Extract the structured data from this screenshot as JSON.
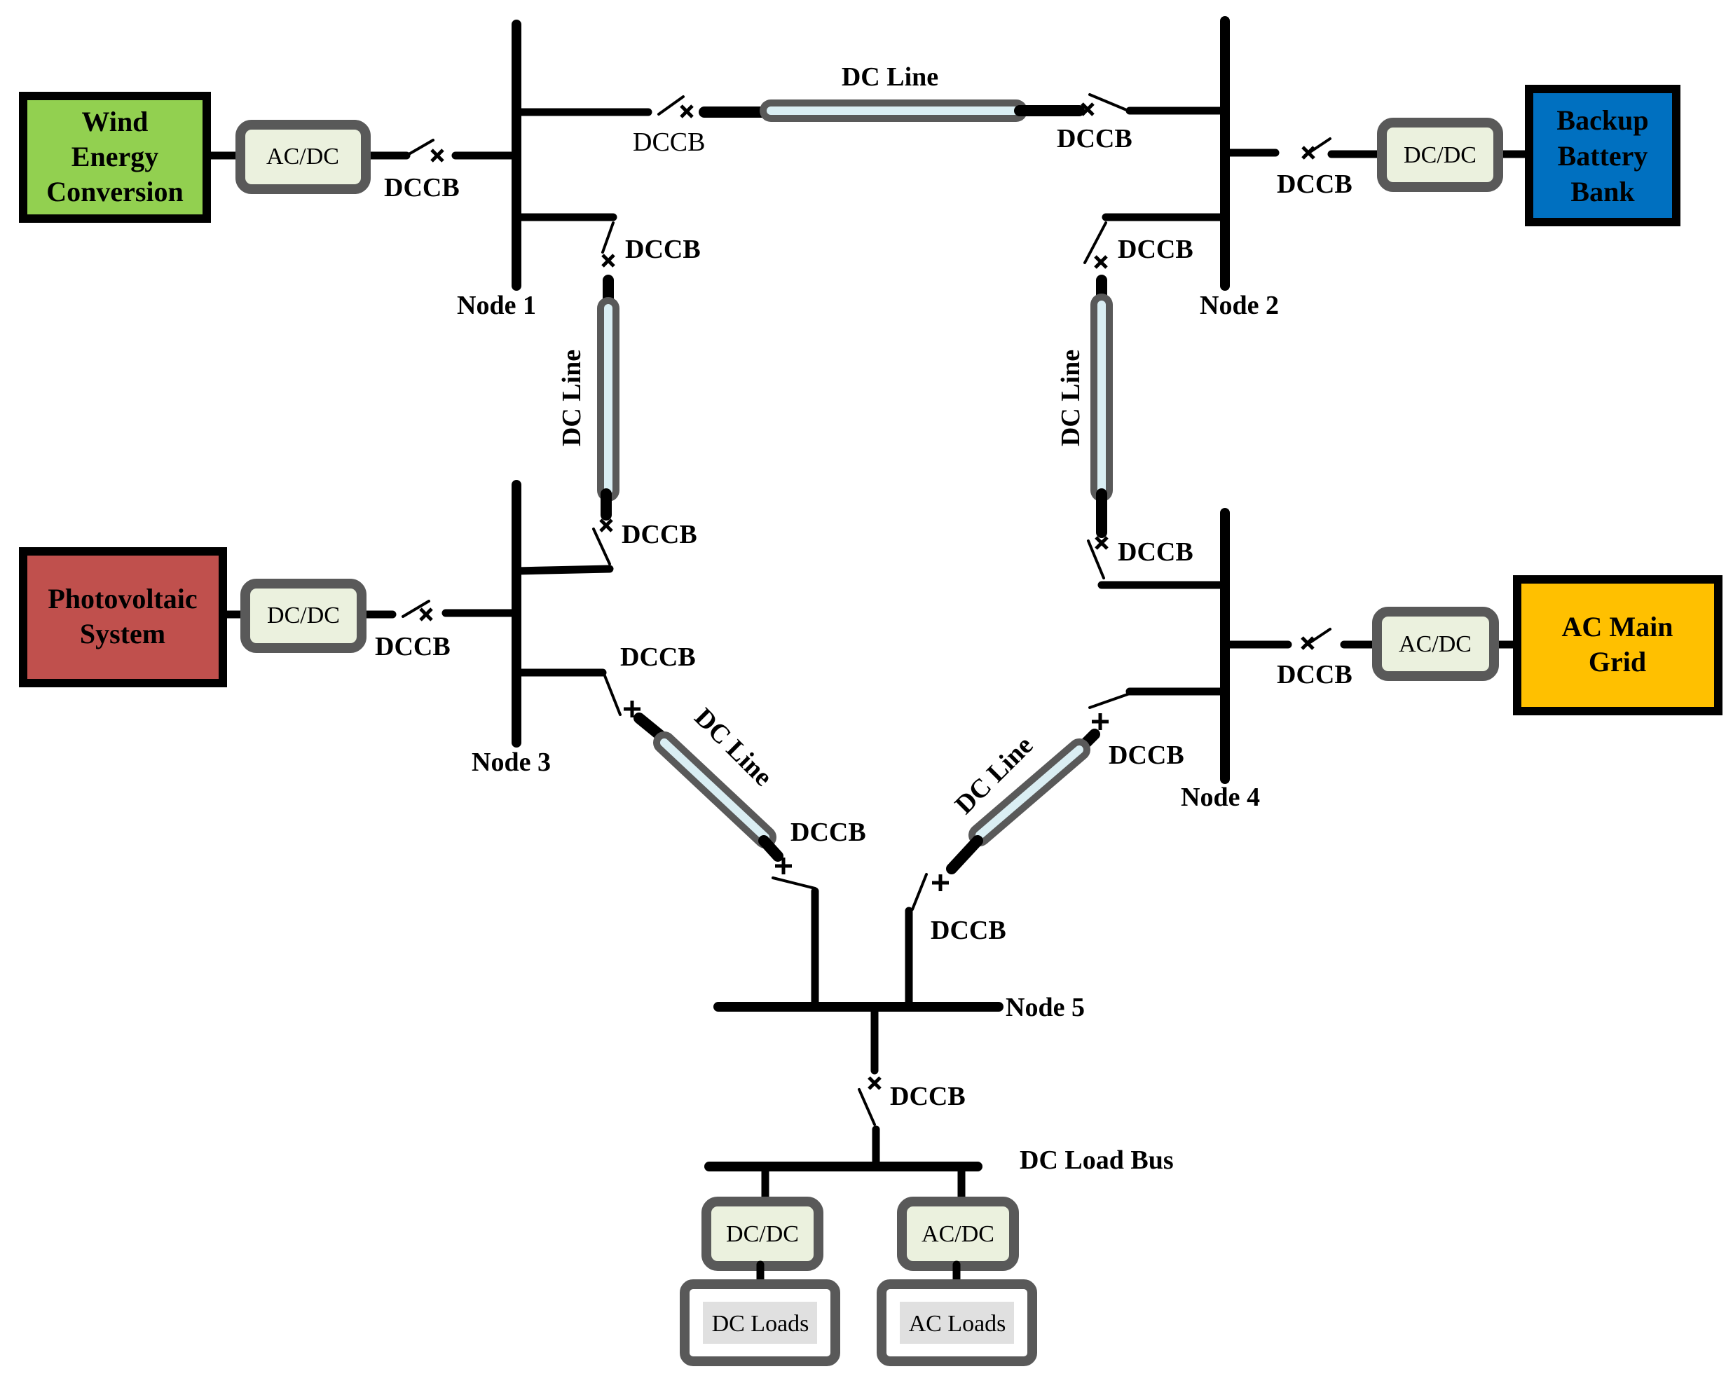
{
  "sources": {
    "wind": {
      "lines": [
        "Wind",
        "Energy",
        "Conversion"
      ],
      "fill": "#92D050"
    },
    "battery": {
      "lines": [
        "Backup",
        "Battery",
        "Bank"
      ],
      "fill": "#0070C0"
    },
    "pv": {
      "lines": [
        "Photovoltaic",
        "System"
      ],
      "fill": "#C0504D"
    },
    "grid": {
      "lines": [
        "AC Main",
        "Grid"
      ],
      "fill": "#FFC000"
    }
  },
  "converters": {
    "wind": "AC/DC",
    "battery": "DC/DC",
    "pv": "DC/DC",
    "grid": "AC/DC",
    "dc_load": "DC/DC",
    "ac_load": "AC/DC"
  },
  "loads": {
    "dc": "DC Loads",
    "ac": "AC Loads"
  },
  "nodes": {
    "n1": "Node 1",
    "n2": "Node 2",
    "n3": "Node 3",
    "n4": "Node 4",
    "n5": "Node 5",
    "load_bus": "DC Load Bus"
  },
  "breaker_label": "DCCB",
  "line_label": "DC Line",
  "colors": {
    "converter_fill": "#EBF1DE",
    "converter_border": "#595959",
    "line_body": "#595959",
    "line_core": "#DAEEF3",
    "load_fill": "#E0E0E0"
  }
}
